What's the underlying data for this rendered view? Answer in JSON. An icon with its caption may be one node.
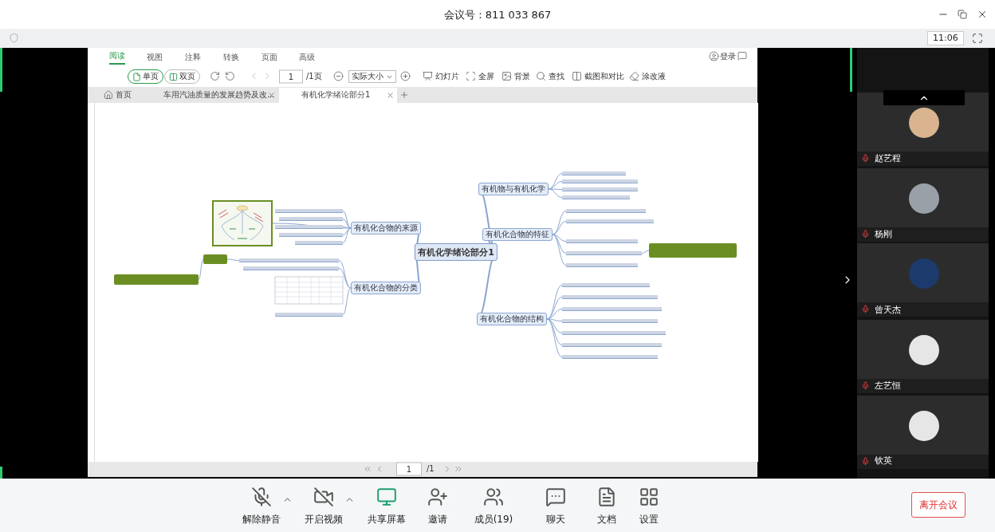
{
  "diagram": {
    "title": "会议号：811 033 867",
    "nodes": [
      {
        "text": [
          "有机化学绪论部分1"
        ]
      },
      {
        "text": [
          "有机物与有机化学"
        ]
      },
      {
        "text": [
          "有机化合物的特征"
        ]
      },
      {
        "text": [
          "有机化合物的结构"
        ]
      },
      {
        "text": [
          "有机化合物的来源"
        ]
      },
      {
        "text": [
          "有机化合物的分类"
        ]
      },
      {
        "text": [],
        "shape": "picture"
      },
      {
        "text": [],
        "shape": "box"
      },
      {
        "text": [],
        "shape": "box"
      },
      {
        "text": [],
        "shape": "box"
      },
      {
        "text": [],
        "shape": "bar"
      },
      {
        "text": [],
        "shape": "bar"
      },
      {
        "text": [],
        "shape": "bar"
      },
      {
        "text": [],
        "shape": "bar"
      },
      {
        "text": [],
        "shape": "bar"
      },
      {
        "text": [],
        "shape": "bar"
      },
      {
        "text": [],
        "shape": "bar"
      },
      {
        "text": [],
        "shape": "bar"
      },
      {
        "text": [],
        "shape": "bar"
      },
      {
        "text": [],
        "shape": "bar"
      },
      {
        "text": [],
        "shape": "bar"
      },
      {
        "text": [],
        "shape": "bar"
      },
      {
        "text": [],
        "shape": "bar"
      },
      {
        "text": [],
        "shape": "bar"
      },
      {
        "text": [],
        "shape": "bar"
      },
      {
        "text": [],
        "shape": "bar"
      },
      {
        "text": [],
        "shape": "bar"
      },
      {
        "text": [],
        "shape": "bar"
      },
      {
        "text": [],
        "shape": "bar"
      },
      {
        "text": [],
        "shape": "bar"
      },
      {
        "text": [],
        "shape": "bar"
      },
      {
        "text": [],
        "shape": "bar"
      },
      {
        "text": [],
        "shape": "bar"
      },
      {
        "text": [],
        "shape": "bar"
      }
    ],
    "edges": [
      {
        "from": 0,
        "to": 1,
        "arrow": "none"
      },
      {
        "from": 0,
        "to": 2,
        "arrow": "none"
      },
      {
        "from": 0,
        "to": 3,
        "arrow": "none"
      },
      {
        "from": 0,
        "to": 4,
        "arrow": "none"
      },
      {
        "from": 0,
        "to": 5,
        "arrow": "none"
      },
      {
        "from": 1,
        "to": 10,
        "arrow": "none"
      },
      {
        "from": 1,
        "to": 11,
        "arrow": "none"
      },
      {
        "from": 1,
        "to": 12,
        "arrow": "none"
      },
      {
        "from": 1,
        "to": 13,
        "arrow": "none"
      },
      {
        "from": 2,
        "to": 14,
        "arrow": "none"
      },
      {
        "from": 2,
        "to": 15,
        "arrow": "none"
      },
      {
        "from": 2,
        "to": 16,
        "arrow": "none"
      },
      {
        "from": 2,
        "to": 17,
        "arrow": "none"
      },
      {
        "from": 2,
        "to": 18,
        "arrow": "none"
      },
      {
        "from": 3,
        "to": 19,
        "arrow": "none"
      },
      {
        "from": 3,
        "to": 20,
        "arrow": "none"
      },
      {
        "from": 3,
        "to": 21,
        "arrow": "none"
      },
      {
        "from": 3,
        "to": 22,
        "arrow": "none"
      },
      {
        "from": 3,
        "to": 23,
        "arrow": "none"
      },
      {
        "from": 3,
        "to": 24,
        "arrow": "none"
      },
      {
        "from": 3,
        "to": 25,
        "arrow": "none"
      },
      {
        "from": 4,
        "to": 26,
        "arrow": "none"
      },
      {
        "from": 4,
        "to": 27,
        "arrow": "none"
      },
      {
        "from": 4,
        "to": 28,
        "arrow": "none"
      },
      {
        "from": 4,
        "to": 29,
        "arrow": "none"
      },
      {
        "from": 4,
        "to": 30,
        "arrow": "none"
      },
      {
        "from": 4,
        "to": 6,
        "arrow": "none"
      },
      {
        "from": 5,
        "to": 31,
        "arrow": "none"
      },
      {
        "from": 5,
        "to": 32,
        "arrow": "none"
      },
      {
        "from": 5,
        "to": 33,
        "arrow": "none"
      },
      {
        "from": 31,
        "to": 7,
        "arrow": "none"
      },
      {
        "from": 7,
        "to": 8,
        "arrow": "none"
      },
      {
        "from": 17,
        "to": 9,
        "arrow": "none"
      }
    ],
    "labels": [
      "11:06",
      "阅读",
      "视图",
      "注释",
      "转换",
      "页面",
      "高级",
      "单页",
      "双页",
      "1",
      "/1页",
      "实际大小",
      "幻灯片",
      "全屏",
      "背景",
      "查找",
      "截图和对比",
      "涂改液",
      "登录",
      "首页",
      "车用汽油质量的发展趋势及改...",
      "有机化学绪论部分1",
      "1",
      "/1",
      "赵艺程",
      "杨刚",
      "曾天杰",
      "左艺恒",
      "钦英",
      "解除静音",
      "开启视频",
      "共享屏幕",
      "邀请",
      "成员(19)",
      "聊天",
      "文档",
      "设置",
      "离开会议"
    ]
  }
}
